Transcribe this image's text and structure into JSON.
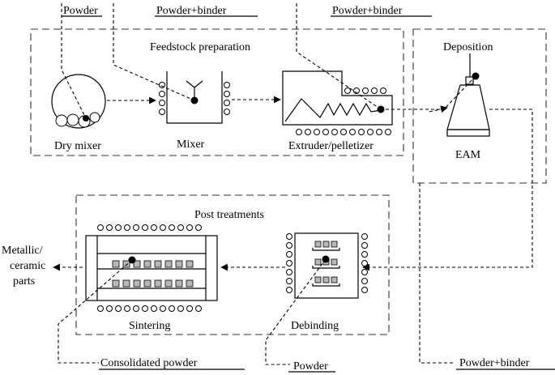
{
  "labels": {
    "powder_top": "Powder",
    "powder_binder_top1": "Powder+binder",
    "powder_binder_top2": "Powder+binder",
    "feedstock_prep": "Feedstock preparation",
    "deposition": "Deposition",
    "dry_mixer": "Dry mixer",
    "mixer": "Mixer",
    "extruder": "Extruder/pelletizer",
    "eam": "EAM",
    "post_treatments": "Post treatments",
    "metallic_1": "Metallic/",
    "metallic_2": "ceramic",
    "metallic_3": "parts",
    "sintering": "Sintering",
    "debinding": "Debinding",
    "consolidated_powder": "Consolidated powder",
    "powder_bottom": "Powder",
    "powder_binder_bottom": "Powder+binder"
  }
}
